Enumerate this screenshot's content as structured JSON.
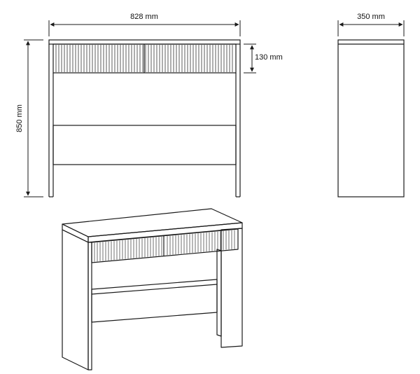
{
  "dimensions": {
    "width_label": "828 mm",
    "depth_label": "350 mm",
    "height_label": "850 mm",
    "drawer_height_label": "130 mm"
  },
  "colors": {
    "line": "#1a1a1a",
    "fluting": "#333333",
    "background": "#ffffff"
  }
}
